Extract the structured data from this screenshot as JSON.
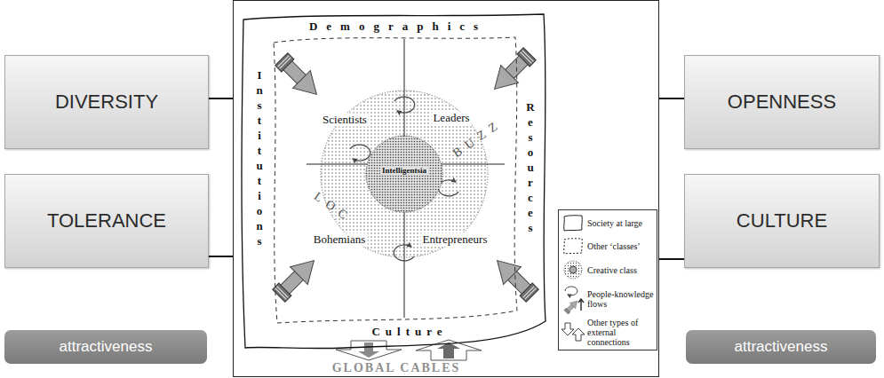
{
  "diagram": {
    "nodes": [
      {
        "text": [
          "DIVERSITY"
        ]
      },
      {
        "text": [
          "GLOBAL CABLES"
        ]
      },
      {
        "text": [
          "Demographics",
          "Institutions",
          "Resources",
          "Culture"
        ],
        "in": 1
      },
      {
        "text": [
          "Scientists",
          "Leaders",
          "Bohemians",
          "Entrepreneurs"
        ],
        "in": 2
      },
      {
        "text": [
          "Intelligentsia"
        ],
        "in": 3
      },
      {
        "text": [
          "OPENNESS"
        ]
      },
      {
        "text": [
          "TOLERANCE"
        ]
      },
      {
        "text": [
          "CULTURE"
        ]
      },
      {
        "text": [
          "attractiveness"
        ]
      },
      {
        "text": [
          "attractiveness"
        ]
      }
    ],
    "edges": [
      {
        "from": 0,
        "to": 1,
        "arrow": "none"
      },
      {
        "from": 6,
        "to": 1,
        "arrow": "none"
      },
      {
        "from": 5,
        "to": 1,
        "arrow": "none"
      },
      {
        "from": 7,
        "to": 1,
        "arrow": "none"
      }
    ],
    "labels": [
      "LOC",
      "BUZZ"
    ],
    "legend": [
      {
        "text": "Society at large"
      },
      {
        "text": "Other ‘classes’"
      },
      {
        "text": "Creative class"
      },
      {
        "text": "People-knowledge flows"
      },
      {
        "text": "Other types of external connections"
      }
    ]
  }
}
